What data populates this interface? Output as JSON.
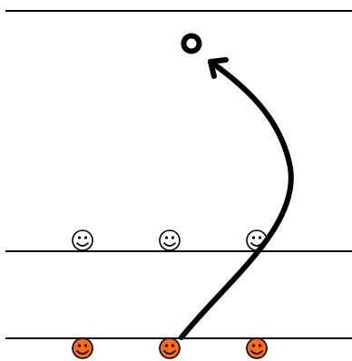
{
  "colors": {
    "background": "#ffffff",
    "line": "#000000",
    "arrow": "#000000",
    "smiley_outline_face_fill": "#ffffff",
    "smiley_filled_face_fill": "#ff6a13",
    "smiley_stroke": "#000000",
    "target_marker_fill": "#ffffff",
    "target_marker_stroke": "#000000"
  },
  "elements": {
    "top_line": "line",
    "middle_line": "line",
    "bottom_line": "line",
    "middle_row_smileys": [
      {
        "icon": "smiley-outline-icon"
      },
      {
        "icon": "smiley-outline-icon"
      },
      {
        "icon": "smiley-outline-icon"
      }
    ],
    "bottom_row_smileys": [
      {
        "icon": "smiley-filled-icon"
      },
      {
        "icon": "smiley-filled-icon"
      },
      {
        "icon": "smiley-filled-icon"
      }
    ],
    "arrow": "curved-arrow-icon",
    "target": "target-circle-icon"
  }
}
